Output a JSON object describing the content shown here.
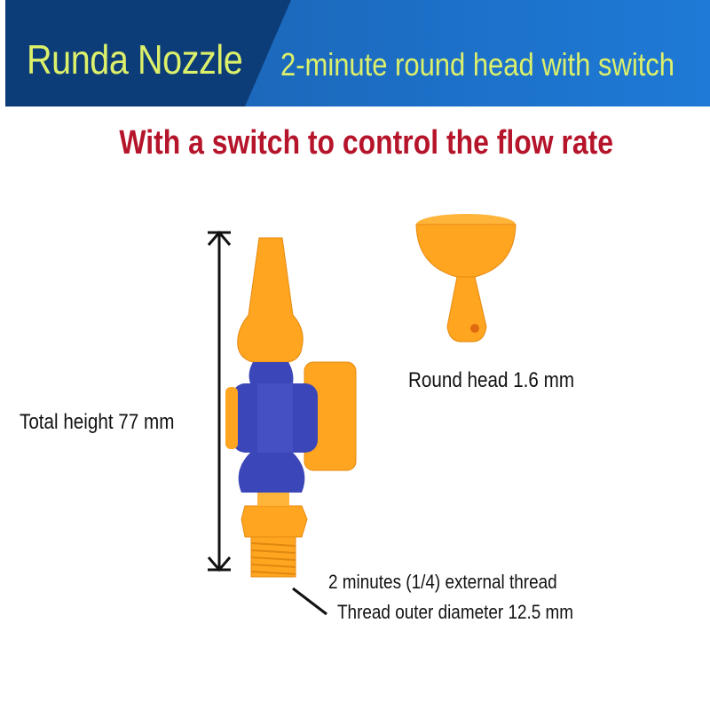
{
  "header": {
    "brand": "Runda Nozzle",
    "tagline": "2-minute round head with switch"
  },
  "subtitle": "With a switch to control the flow rate",
  "annotations": {
    "total_height": "Total height 77 mm",
    "round_head": "Round head 1.6 mm",
    "thread_type": "2 minutes (1/4) external thread",
    "thread_diameter": "Thread outer diameter 12.5 mm"
  },
  "colors": {
    "banner_dark": "#0d3d78",
    "banner_light": "#1a6cc4",
    "banner_text": "#dcf06a",
    "subtitle": "#b5142a",
    "nozzle_orange": "#ffa51f",
    "nozzle_blue": "#3b46b8"
  }
}
